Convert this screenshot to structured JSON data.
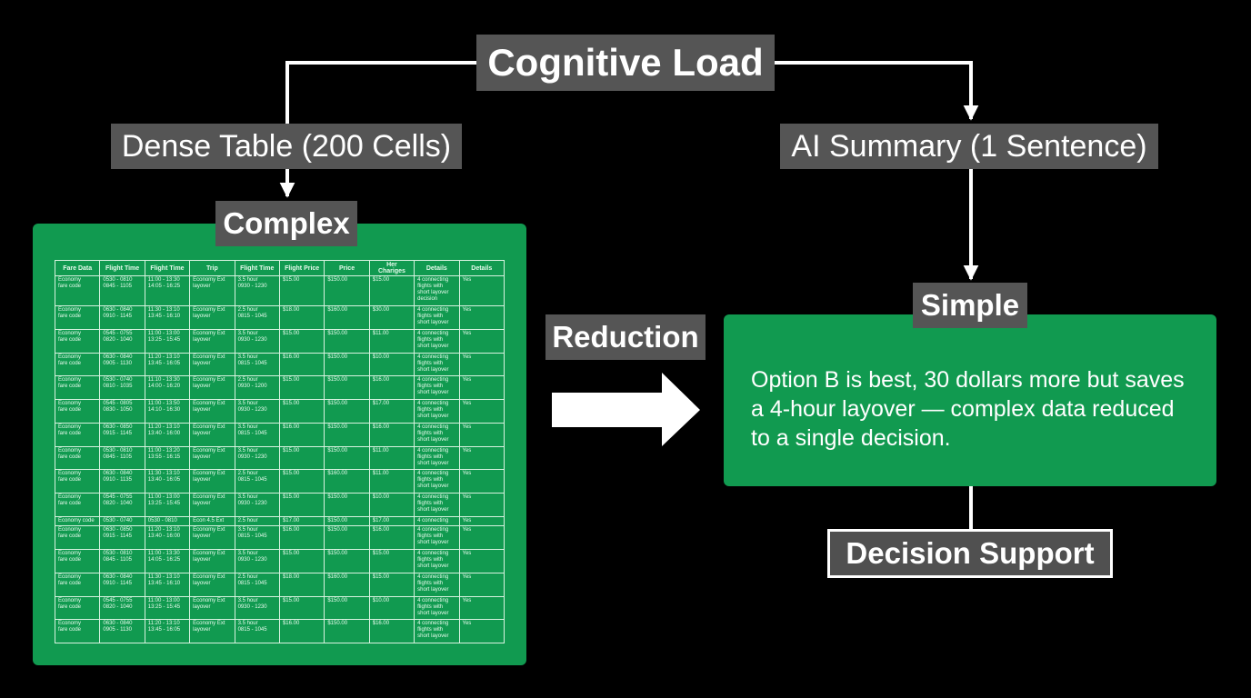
{
  "title": "Cognitive Load",
  "left_branch": {
    "label": "Dense Table (200 Cells)",
    "state_label": "Complex",
    "table": {
      "headers": [
        "Fare Data",
        "Flight Time",
        "Flight Time",
        "Trip",
        "Flight Time",
        "Flight Price",
        "Price",
        "Her Chariges",
        "Details",
        "Details"
      ],
      "rows": [
        [
          "Economy\nfare code",
          "0530 - 0810\n0845 - 1105",
          "11:00 - 13:30\n14:05 - 16:25",
          "Economy Ext\nlayover",
          "3.5 hour\n0930 - 1230",
          "$15.00",
          "$150.00",
          "$15.00",
          "4 connecting\nflights with\nshort layover\ndecision",
          "Yes"
        ],
        [
          "Economy\nfare code",
          "0630 - 0840\n0910 - 1145",
          "11:30 - 13:10\n13:45 - 16:10",
          "Economy Ext\nlayover",
          "2.5 hour\n0815 - 1045",
          "$18.00",
          "$160.00",
          "$30.00",
          "4 connecting\nflights with\nshort layover",
          "Yes"
        ],
        [
          "Economy\nfare code",
          "0545 - 0755\n0820 - 1040",
          "11:00 - 13:00\n13:25 - 15:45",
          "Economy Ext\nlayover",
          "3.5 hour\n0930 - 1230",
          "$15.00",
          "$150.00",
          "$11.00",
          "4 connecting\nflights with\nshort layover",
          "Yes"
        ],
        [
          "Economy\nfare code",
          "0630 - 0840\n0905 - 1130",
          "11:20 - 13:10\n13:45 - 16:05",
          "Economy Ext\nlayover",
          "3.5 hour\n0815 - 1045",
          "$16.00",
          "$150.00",
          "$10.00",
          "4 connecting\nflights with\nshort layover",
          "Yes"
        ],
        [
          "Economy\nfare code",
          "0530 - 0740\n0810 - 1035",
          "11:10 - 13:30\n14:00 - 16:20",
          "Economy Ext\nlayover",
          "2.5 hour\n0930 - 1200",
          "$15.00",
          "$150.00",
          "$16.00",
          "4 connecting\nflights with\nshort layover",
          "Yes"
        ],
        [
          "Economy\nfare code",
          "0545 - 0805\n0830 - 1050",
          "11:00 - 13:50\n14:10 - 16:30",
          "Economy Ext\nlayover",
          "3.5 hour\n0930 - 1230",
          "$15.00",
          "$150.00",
          "$17.00",
          "4 connecting\nflights with\nshort layover",
          "Yes"
        ],
        [
          "Economy\nfare code",
          "0630 - 0850\n0915 - 1145",
          "11:20 - 13:10\n13:40 - 16:00",
          "Economy Ext\nlayover",
          "3.5 hour\n0815 - 1045",
          "$16.00",
          "$150.00",
          "$16.00",
          "4 connecting\nflights with\nshort layover",
          "Yes"
        ],
        [
          "Economy\nfare code",
          "0530 - 0810\n0845 - 1105",
          "11:00 - 13:20\n13:55 - 16:15",
          "Economy Ext\nlayover",
          "3.5 hour\n0930 - 1230",
          "$15.00",
          "$150.00",
          "$11.00",
          "4 connecting\nflights with\nshort layover",
          "Yes"
        ],
        [
          "Economy\nfare code",
          "0630 - 0840\n0910 - 1135",
          "11:30 - 13:10\n13:40 - 16:05",
          "Economy Ext\nlayover",
          "2.5 hour\n0815 - 1045",
          "$15.00",
          "$160.00",
          "$11.00",
          "4 connecting\nflights with\nshort layover",
          "Yes"
        ],
        [
          "Economy\nfare code",
          "0545 - 0755\n0820 - 1040",
          "11:00 - 13:00\n13:25 - 15:45",
          "Economy Ext\nlayover",
          "3.5 hour\n0930 - 1230",
          "$15.00",
          "$150.00",
          "$10.00",
          "4 connecting\nflights with\nshort layover",
          "Yes"
        ],
        [
          "Economy code",
          "0530 - 0740",
          "0530 - 0810",
          "Econ 4.5 Ext",
          "2.5 hour",
          "$17.00",
          "$150.00",
          "$17.00",
          "4 connecting",
          "Yes"
        ],
        [
          "Economy\nfare code",
          "0630 - 0850\n0915 - 1145",
          "11:20 - 13:10\n13:40 - 16:00",
          "Economy Ext\nlayover",
          "3.5 hour\n0815 - 1045",
          "$16.00",
          "$150.00",
          "$16.00",
          "4 connecting\nflights with\nshort layover",
          "Yes"
        ],
        [
          "Economy\nfare code",
          "0530 - 0810\n0845 - 1105",
          "11:00 - 13:30\n14:05 - 16:25",
          "Economy Ext\nlayover",
          "3.5 hour\n0930 - 1230",
          "$15.00",
          "$150.00",
          "$15.00",
          "4 connecting\nflights with\nshort layover",
          "Yes"
        ],
        [
          "Economy\nfare code",
          "0630 - 0840\n0910 - 1145",
          "11:30 - 13:10\n13:45 - 16:10",
          "Economy Ext\nlayover",
          "2.5 hour\n0815 - 1045",
          "$18.00",
          "$160.00",
          "$15.00",
          "4 connecting\nflights with\nshort layover",
          "Yes"
        ],
        [
          "Economy\nfare code",
          "0545 - 0755\n0820 - 1040",
          "11:00 - 13:00\n13:25 - 15:45",
          "Economy Ext\nlayover",
          "3.5 hour\n0930 - 1230",
          "$15.00",
          "$150.00",
          "$10.00",
          "4 connecting\nflights with\nshort layover",
          "Yes"
        ],
        [
          "Economy\nfare code",
          "0630 - 0840\n0905 - 1130",
          "11:20 - 13:10\n13:45 - 16:05",
          "Economy Ext\nlayover",
          "3.5 hour\n0815 - 1045",
          "$16.00",
          "$150.00",
          "$16.00",
          "4 connecting\nflights with\nshort layover",
          "Yes"
        ]
      ]
    }
  },
  "right_branch": {
    "label": "AI Summary (1 Sentence)",
    "state_label": "Simple",
    "summary": "Option B is best, 30 dollars more but saves a 4-hour layover — complex data reduced to a single decision.",
    "outcome": "Decision Support"
  },
  "transition": {
    "label": "Reduction"
  },
  "colors": {
    "panel_green": "#119a50",
    "label_gray": "#555555",
    "background": "#000000",
    "line": "#ffffff"
  }
}
